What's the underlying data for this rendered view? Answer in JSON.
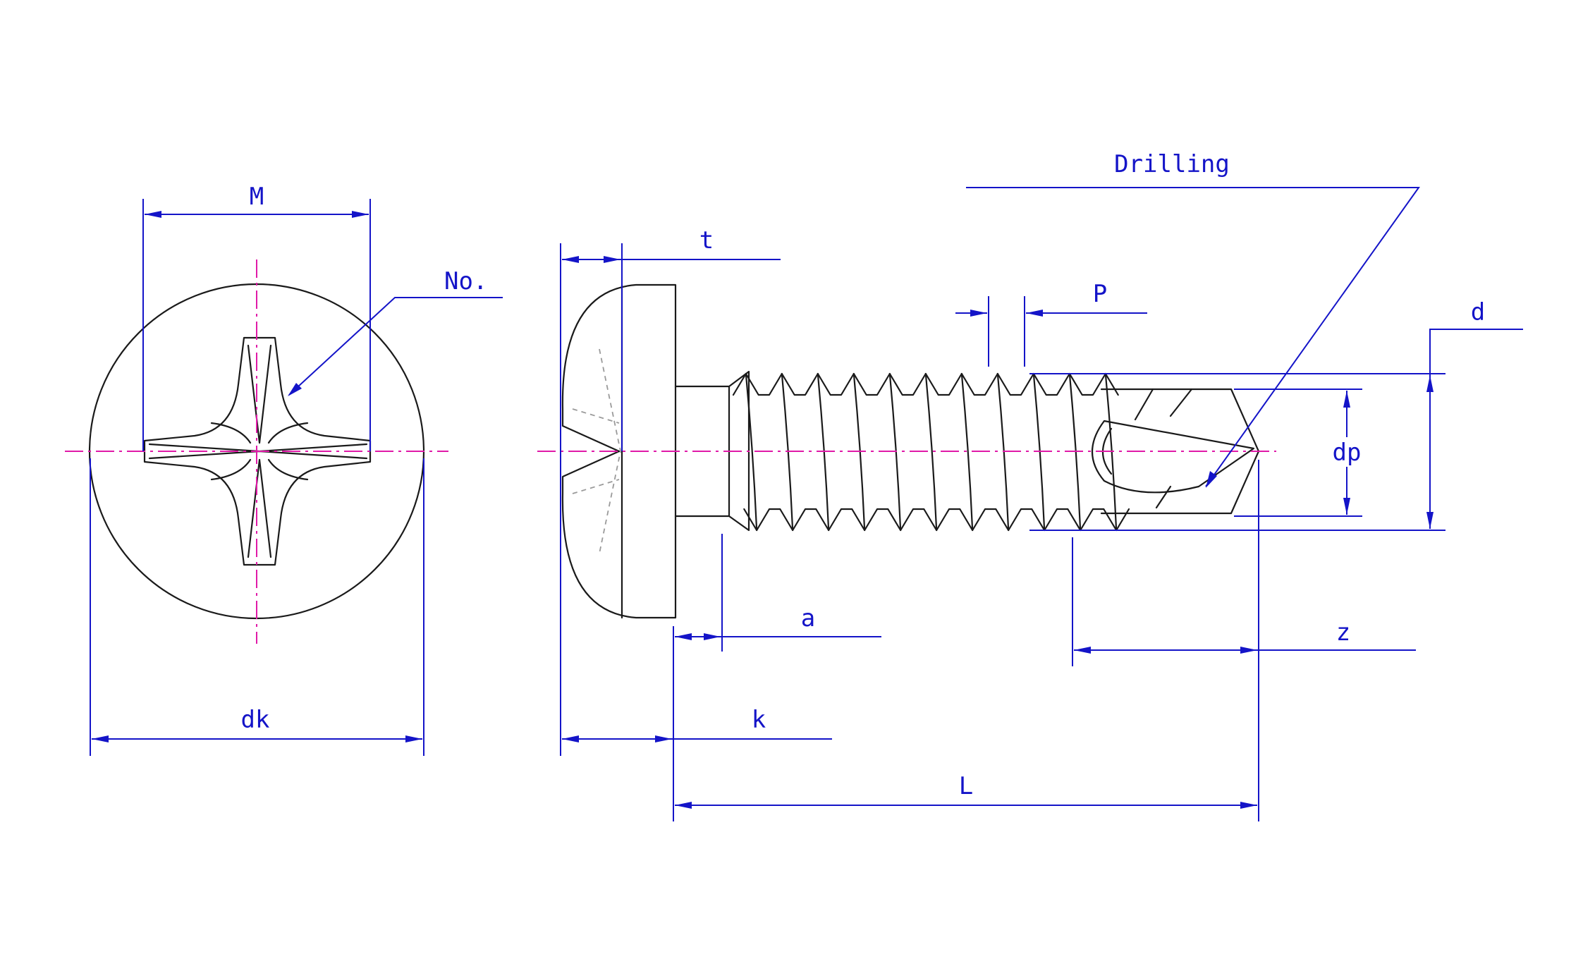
{
  "labels": {
    "M": "M",
    "No": "No.",
    "dk": "dk",
    "t": "t",
    "k": "k",
    "a": "a",
    "L": "L",
    "P": "P",
    "d": "d",
    "dp": "dp",
    "z": "z",
    "drilling": "Drilling"
  },
  "colors": {
    "outline": "#1a1a1a",
    "dimension": "#1414c8",
    "centerline": "#e01aa8",
    "hidden": "#9a9a9a"
  }
}
